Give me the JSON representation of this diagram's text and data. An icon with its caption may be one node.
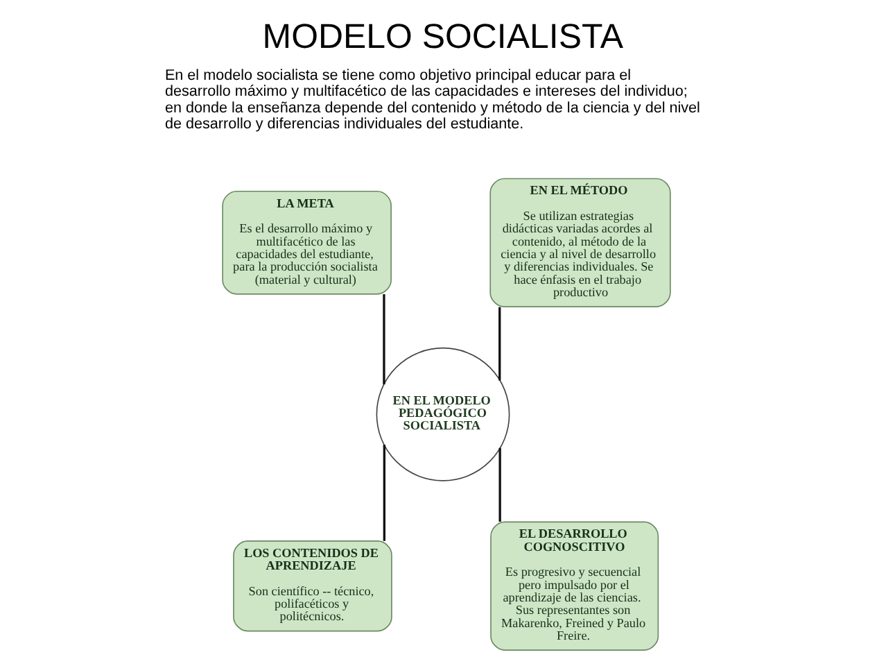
{
  "diagram": {
    "title": "MODELO SOCIALISTA",
    "nodes": [
      {
        "text": [
          "LA META",
          "Es el desarrollo máximo y multifacético de las capacidades del estudiante, para la producción socialista (material y cultural)"
        ]
      },
      {
        "text": [
          "EN EL MÉTODO",
          "Se utilizan estrategias didácticas variadas acordes al contenido, al método de la ciencia y al nivel de desarrollo y diferencias individuales. Se hace énfasis en el trabajo productivo"
        ]
      },
      {
        "text": [
          "EN EL MODELO PEDAGÓGICO SOCIALISTA"
        ]
      },
      {
        "text": [
          "LOS CONTENIDOS DE APRENDIZAJE",
          "Son científico -- técnico, polifacéticos y politécnicos."
        ]
      },
      {
        "text": [
          "EL DESARROLLO COGNOSCITIVO",
          "Es progresivo y secuencial pero impulsado por el aprendizaje de las ciencias. Sus representantes son Makarenko, Freined y Paulo Freire."
        ]
      }
    ],
    "edges": [
      {
        "from": 0,
        "to": 2,
        "arrow": "none"
      },
      {
        "from": 1,
        "to": 2,
        "arrow": "none"
      },
      {
        "from": 2,
        "to": 3,
        "arrow": "none"
      },
      {
        "from": 2,
        "to": 4,
        "arrow": "none"
      }
    ],
    "labels": [
      "En el modelo socialista se tiene como objetivo principal educar para el desarrollo máximo y multifacético de las capacidades e intereses del individuo; en donde la enseñanza depende del contenido y método de la ciencia y del nivel de desarrollo y diferencias individuales del estudiante."
    ]
  }
}
